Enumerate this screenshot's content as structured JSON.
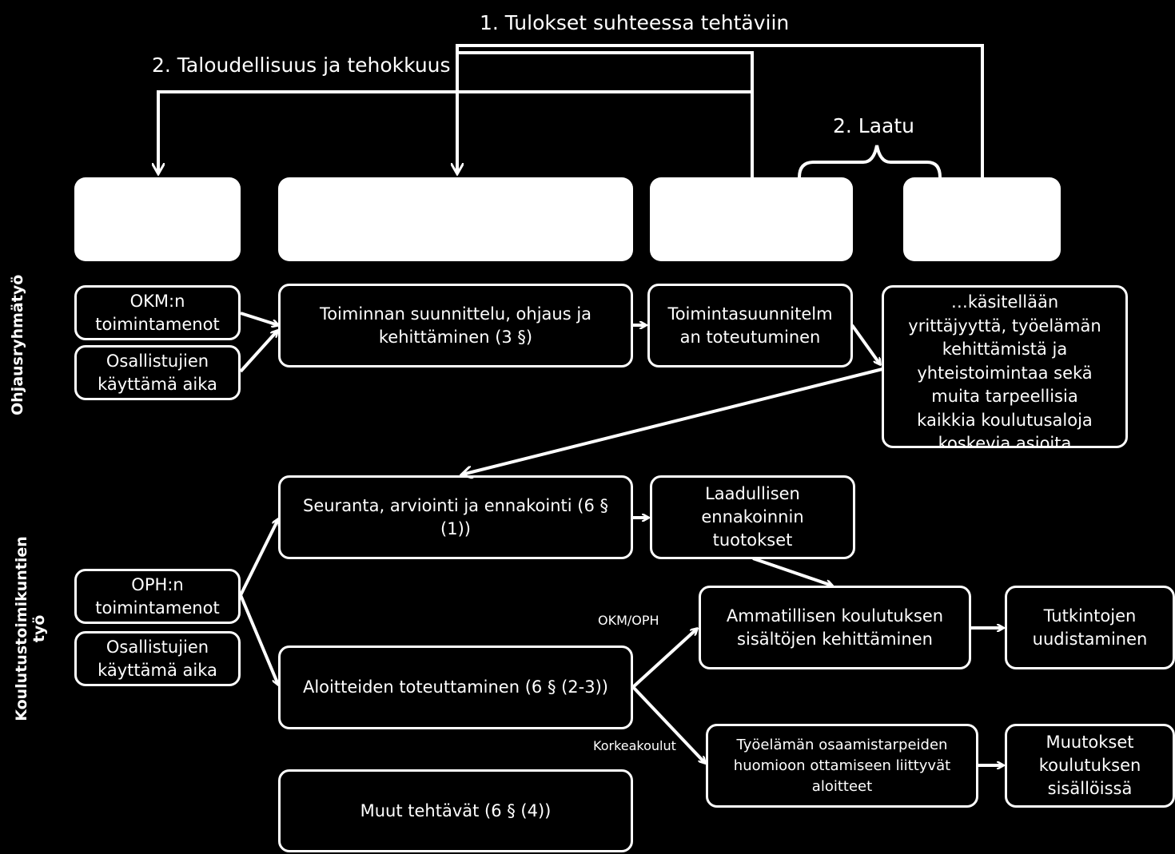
{
  "feedback": {
    "results_label": "1. Tulokset suhteessa tehtäviin",
    "economy_label": "2. Taloudellisuus ja tehokkuus",
    "quality_label": "2. Laatu"
  },
  "sections": {
    "steering_group": "Ohjausryhmätyö",
    "training_committees": "Koulutustoimikuntien\ntyö"
  },
  "steering": {
    "okm_costs": "OKM:n\ntoimintamenot",
    "participants_time_1": "Osallistujien\nkäyttämä aika",
    "planning": "Toiminnan suunnittelu, ohjaus ja\nkehittäminen (3 §)",
    "plan_realization": "Toimintasuunnitelm\nan toteutuminen",
    "handled_topics": "…käsitellään\nyrittäjyyttä, työelämän\nkehittämistä ja\nyhteistoimintaa sekä\nmuita tarpeellisia\nkaikkia koulutusaloja\nkoskevia asioita"
  },
  "committees": {
    "oph_costs": "OPH:n\ntoimintamenot",
    "participants_time_2": "Osallistujien\nkäyttämä aika",
    "monitoring": "Seuranta, arviointi ja ennakointi (6 §\n(1))",
    "qualitative_outputs": "Laadullisen\nennakoinnin\ntuotokset",
    "initiatives": "Aloitteiden toteuttaminen (6 § (2-3))",
    "other_tasks": "Muut tehtävät (6 § (4))",
    "vocational_content": "Ammatillisen koulutuksen\nsisältöjen kehittäminen",
    "degree_reform": "Tutkintojen\nuudistaminen",
    "worklife_initiatives": "Työelämän osaamistarpeiden\nhuomioon ottamiseen liittyvät\naloitteet",
    "content_changes": "Muutokset\nkoulutuksen\nsisällöissä",
    "okm_oph_label": "OKM/OPH",
    "universities_label": "Korkeakoulut"
  }
}
